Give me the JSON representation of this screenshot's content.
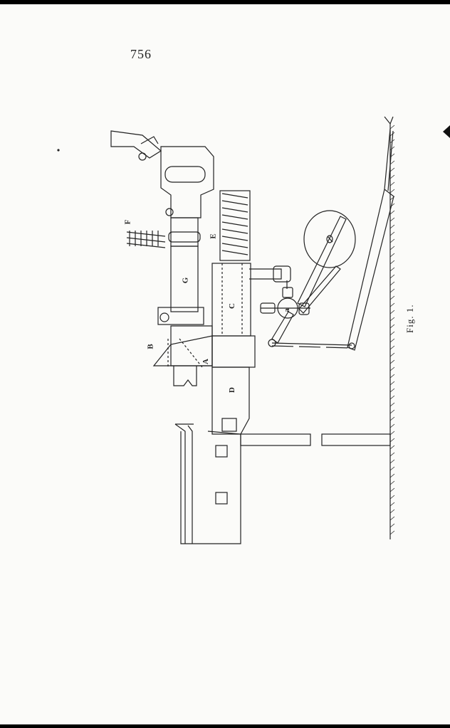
{
  "page_number": "756",
  "caption": "Fig. 1.",
  "labels": {
    "A": "A",
    "B": "B",
    "C": "C",
    "D": "D",
    "E": "E",
    "F": "F",
    "G": "G",
    "a": "a"
  }
}
